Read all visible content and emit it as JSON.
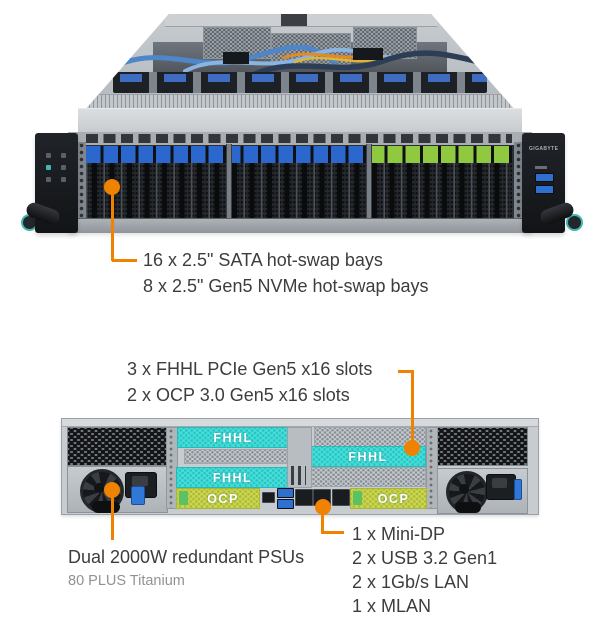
{
  "front": {
    "brand": "GIGABYTE",
    "bays_callout": {
      "line1": "16 x 2.5\" SATA hot-swap bays",
      "line2": "8 x 2.5\" Gen5 NVMe hot-swap bays"
    }
  },
  "rear": {
    "slots_callout": {
      "line1": "3 x FHHL PCIe Gen5 x16 slots",
      "line2": "2 x OCP 3.0 Gen5 x16 slots"
    },
    "psu_callout": {
      "title": "Dual 2000W redundant PSUs",
      "subtitle": "80 PLUS Titanium"
    },
    "io_callout": {
      "lines": [
        "1 x Mini-DP",
        "2 x USB 3.2 Gen1",
        "2 x 1Gb/s LAN",
        "1 x MLAN"
      ]
    },
    "labels": {
      "fhhl": "FHHL",
      "ocp": "OCP"
    }
  },
  "colors": {
    "accent_orange": "#EF8200",
    "sata_blue": "#2C67CE",
    "nvme_green": "#8FC93F",
    "fhhl_cyan": "#4ADEDB",
    "ocp_yellow_green": "#CCD750",
    "text_dark": "#3D3D3D",
    "text_gray": "#929292"
  }
}
